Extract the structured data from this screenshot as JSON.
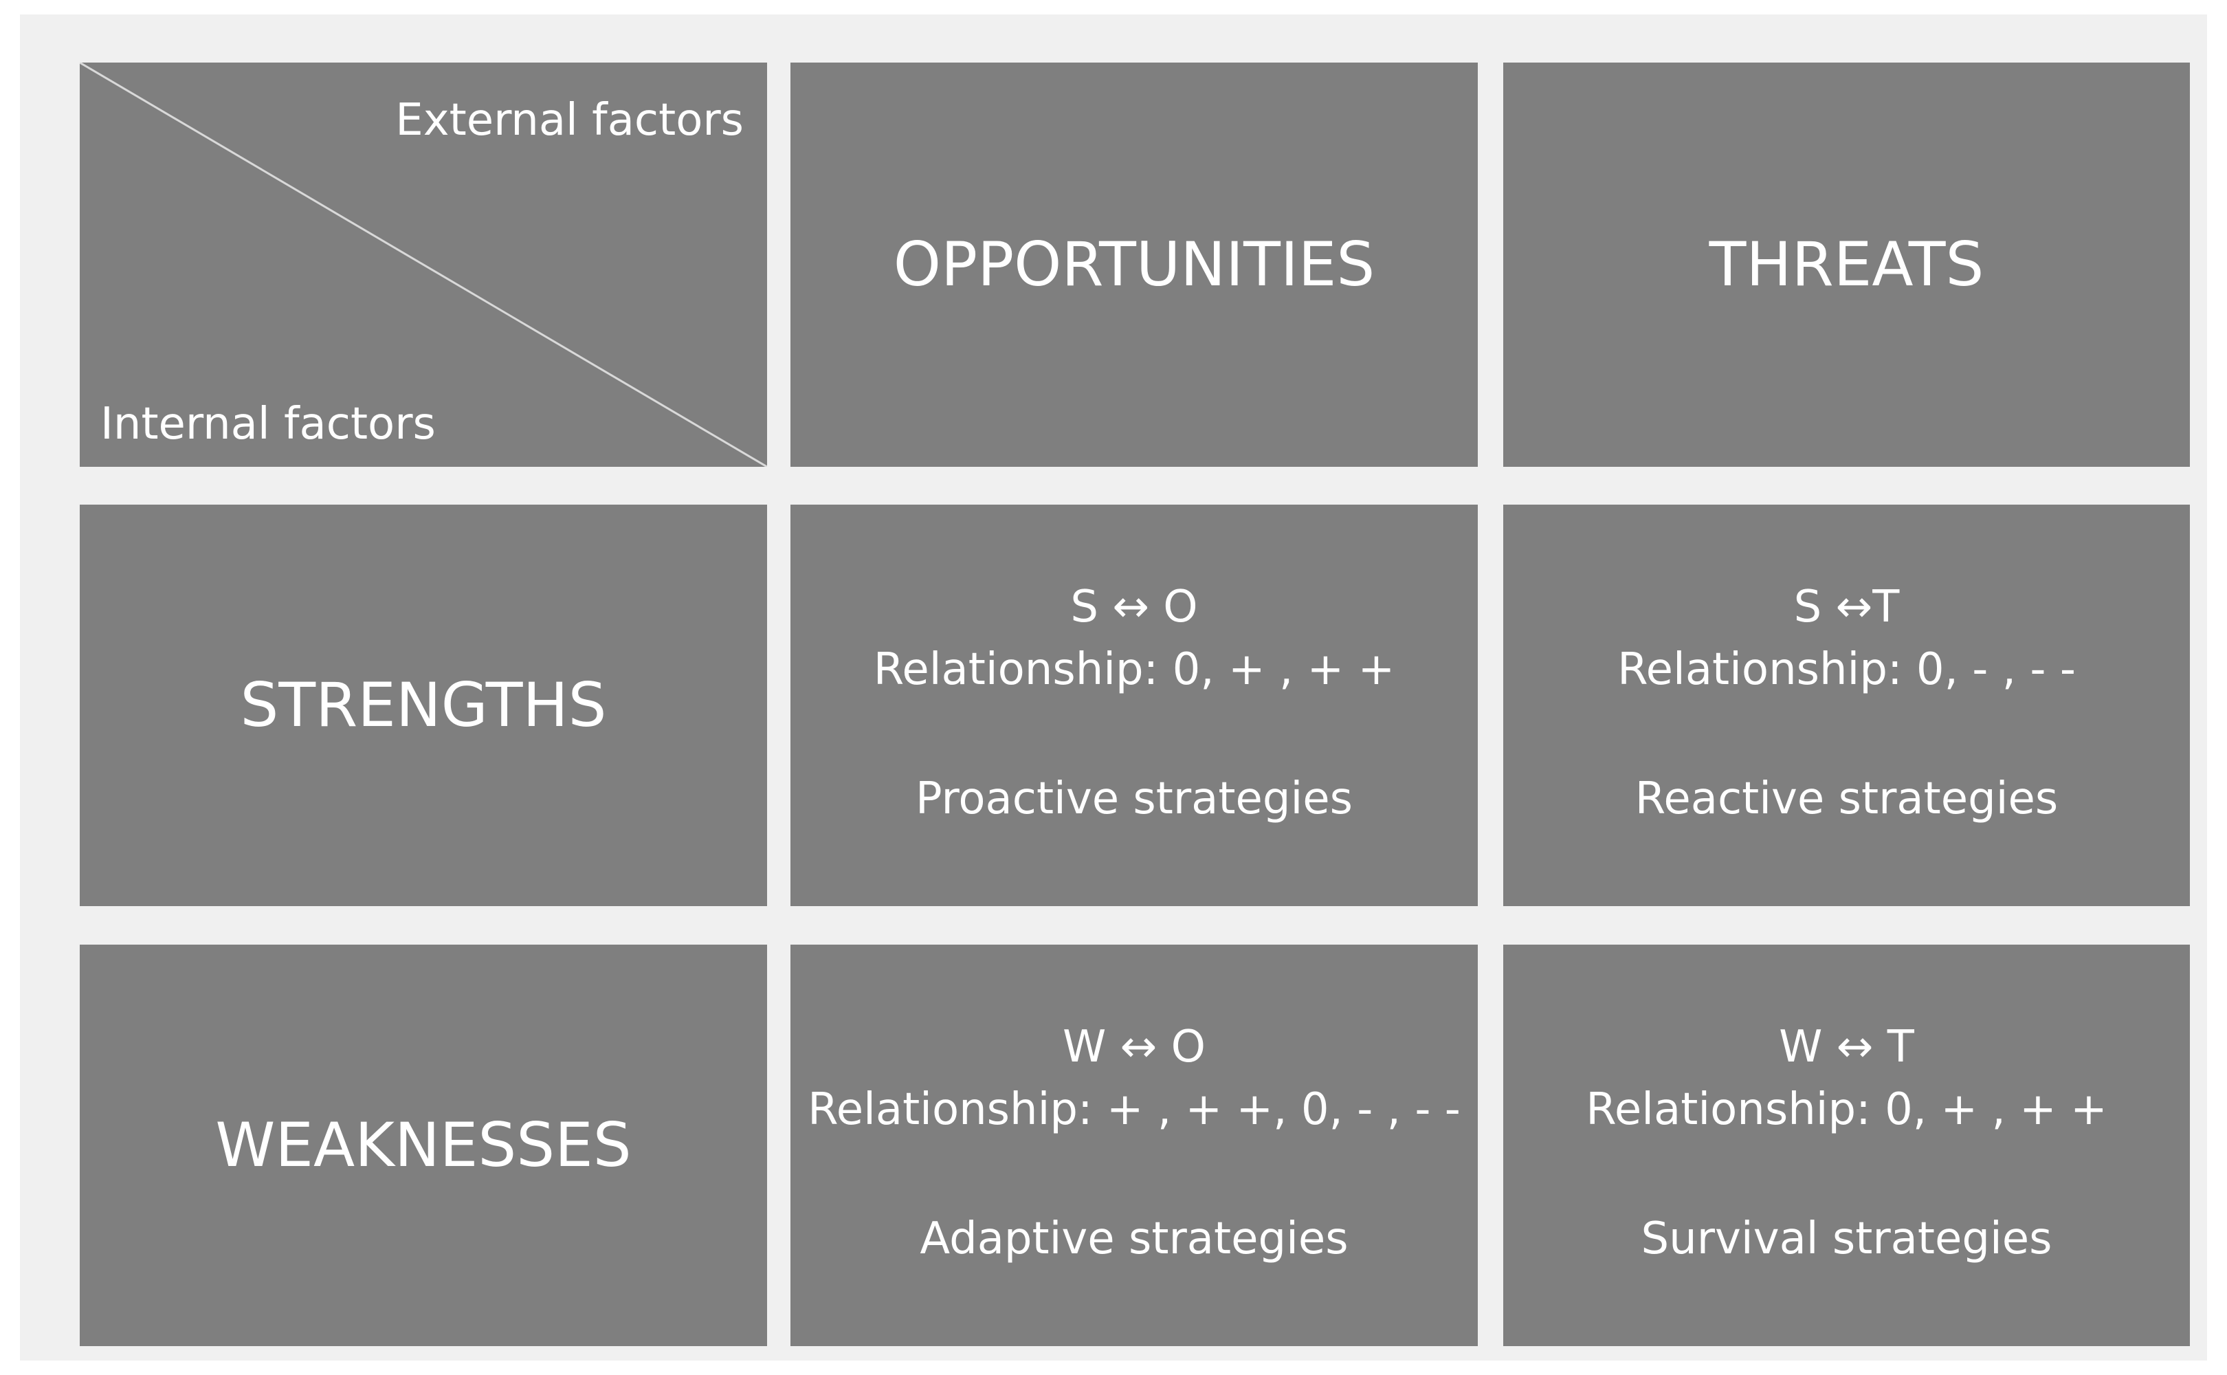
{
  "corner": {
    "external_label": "External factors",
    "internal_label": "Internal factors"
  },
  "columns": {
    "opportunities": "OPPORTUNITIES",
    "threats": "THREATS"
  },
  "rows": {
    "strengths": "STRENGTHS",
    "weaknesses": "WEAKNESSES"
  },
  "cells": {
    "so": {
      "pair": "S ↔ O",
      "relationship": "Relationship: 0, + , + +",
      "strategy": "Proactive strategies"
    },
    "st": {
      "pair": "S ↔T",
      "relationship": "Relationship: 0, - , - -",
      "strategy": "Reactive strategies"
    },
    "wo": {
      "pair": "W ↔ O",
      "relationship": "Relationship: + , + +, 0, - , - -",
      "strategy": "Adaptive strategies"
    },
    "wt": {
      "pair": "W ↔ T",
      "relationship": "Relationship: 0, + , + +",
      "strategy": "Survival strategies"
    }
  },
  "colors": {
    "cell_fill": "#7f7f7f",
    "background": "#f0f0f0",
    "text": "#ffffff",
    "diagonal": "#d9d9d9"
  }
}
